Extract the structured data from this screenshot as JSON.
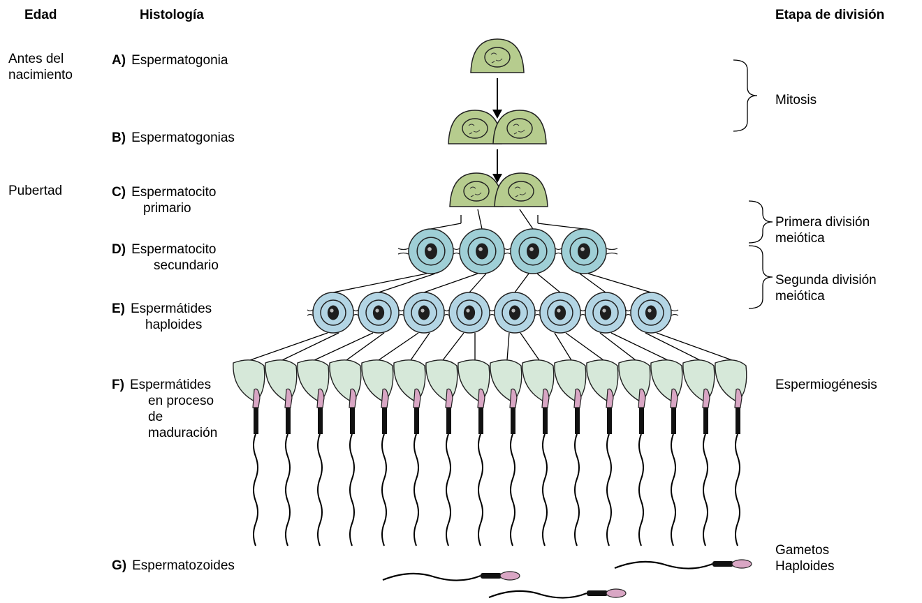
{
  "headers": {
    "edad": "Edad",
    "histologia": "Histología",
    "etapa": "Etapa de división"
  },
  "edad": [
    {
      "lines": [
        "Antes del",
        "nacimiento"
      ]
    },
    {
      "lines": [
        "Pubertad"
      ]
    }
  ],
  "stages": [
    {
      "letter": "A)",
      "lines": [
        "Espermatogonia"
      ]
    },
    {
      "letter": "B)",
      "lines": [
        "Espermatogonias"
      ]
    },
    {
      "letter": "C)",
      "lines": [
        "Espermatocito",
        "primario"
      ]
    },
    {
      "letter": "D)",
      "lines": [
        "Espermatocito",
        "secundario"
      ]
    },
    {
      "letter": "E)",
      "lines": [
        "Espermátides",
        "haploides"
      ]
    },
    {
      "letter": "F)",
      "lines": [
        "Espermátides",
        "en proceso",
        "de",
        "maduración"
      ]
    },
    {
      "letter": "G)",
      "lines": [
        "Espermatozoides"
      ]
    }
  ],
  "division_stages": [
    {
      "lines": [
        "Mitosis"
      ]
    },
    {
      "lines": [
        "Primera división",
        "meiótica"
      ]
    },
    {
      "lines": [
        "Segunda división",
        "meiótica"
      ]
    },
    {
      "lines": [
        "Espermiogénesis"
      ]
    },
    {
      "lines": [
        "Gametos",
        "Haploides"
      ]
    }
  ],
  "colors": {
    "spermatogonia": "#b6cc8e",
    "spermatocyte": "#9fcfd6",
    "spermatid": "#b3d5e4",
    "maturing_head": "#d6e8d9",
    "acrosome": "#d9a6c4"
  }
}
